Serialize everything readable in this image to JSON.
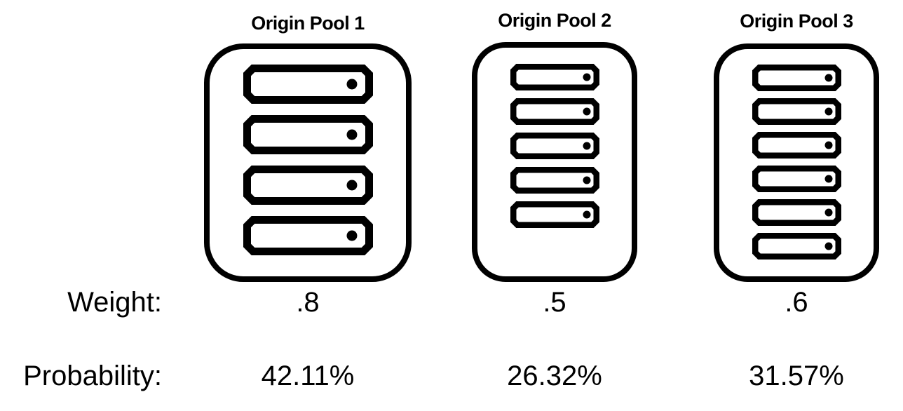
{
  "page": {
    "background_color": "#ffffff",
    "foreground_color": "#000000",
    "description": "Load balancing origin pools with weights and selection probabilities"
  },
  "rows": {
    "weight_label": "Weight:",
    "probability_label": "Probability:"
  },
  "pools": [
    {
      "title": "Origin Pool 1",
      "server_count": 4,
      "weight": ".8",
      "probability": "42.11%"
    },
    {
      "title": "Origin Pool 2",
      "server_count": 5,
      "weight": ".5",
      "probability": "26.32%"
    },
    {
      "title": "Origin Pool 3",
      "server_count": 6,
      "weight": ".6",
      "probability": "31.57%"
    }
  ],
  "icons": {
    "server": "horizontal-server-bar-with-indicator-dot"
  }
}
